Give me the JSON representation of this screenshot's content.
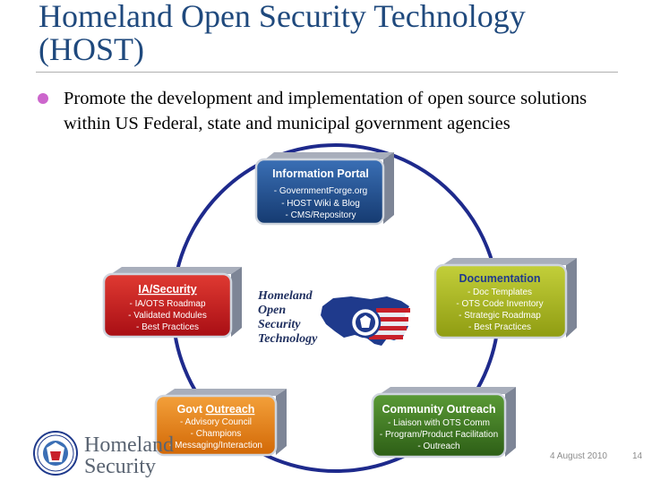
{
  "slide": {
    "title_line1": "Homeland Open Security Technology",
    "title_line2": "(HOST)",
    "bullet": "Promote the development and implementation of open source solutions within US Federal, state and municipal government agencies",
    "footer_date": "4 August 2010",
    "page_number": "14"
  },
  "center_logo": {
    "line1": "Homeland",
    "line2": "Open",
    "line3": "Security",
    "line4": "Technology"
  },
  "boxes": {
    "information_portal": {
      "title": "Information Portal",
      "items": [
        "- GovernmentForge.org",
        "- HOST Wiki & Blog",
        "- CMS/Repository"
      ],
      "color": "#1f4e8c"
    },
    "documentation": {
      "title": "Documentation",
      "items": [
        "- Doc Templates",
        "- OTS Code Inventory",
        "- Strategic Roadmap",
        "- Best Practices"
      ],
      "color": "#a6b520"
    },
    "community_outreach": {
      "title": "Community Outreach",
      "items": [
        "- Liaison with OTS Comm",
        "- Program/Product Facilitation",
        "- Outreach"
      ],
      "color": "#3d7a22"
    },
    "govt_outreach": {
      "title_prefix": "Govt ",
      "title_emph": "Outreach",
      "items": [
        "- Advisory Council",
        "- Champions",
        "- Messaging/Interaction"
      ],
      "color": "#e07a10"
    },
    "ia_security": {
      "title": "IA/Security",
      "items": [
        "- IA/OTS Roadmap",
        "- Validated Modules",
        "- Best Practices"
      ],
      "color": "#c0141c"
    }
  },
  "bottom_logo": {
    "word1": "Homeland",
    "word2": "Security"
  },
  "colors": {
    "title": "#1f497d",
    "circle": "#1e2a8c",
    "bullet": "#cc66cc"
  }
}
